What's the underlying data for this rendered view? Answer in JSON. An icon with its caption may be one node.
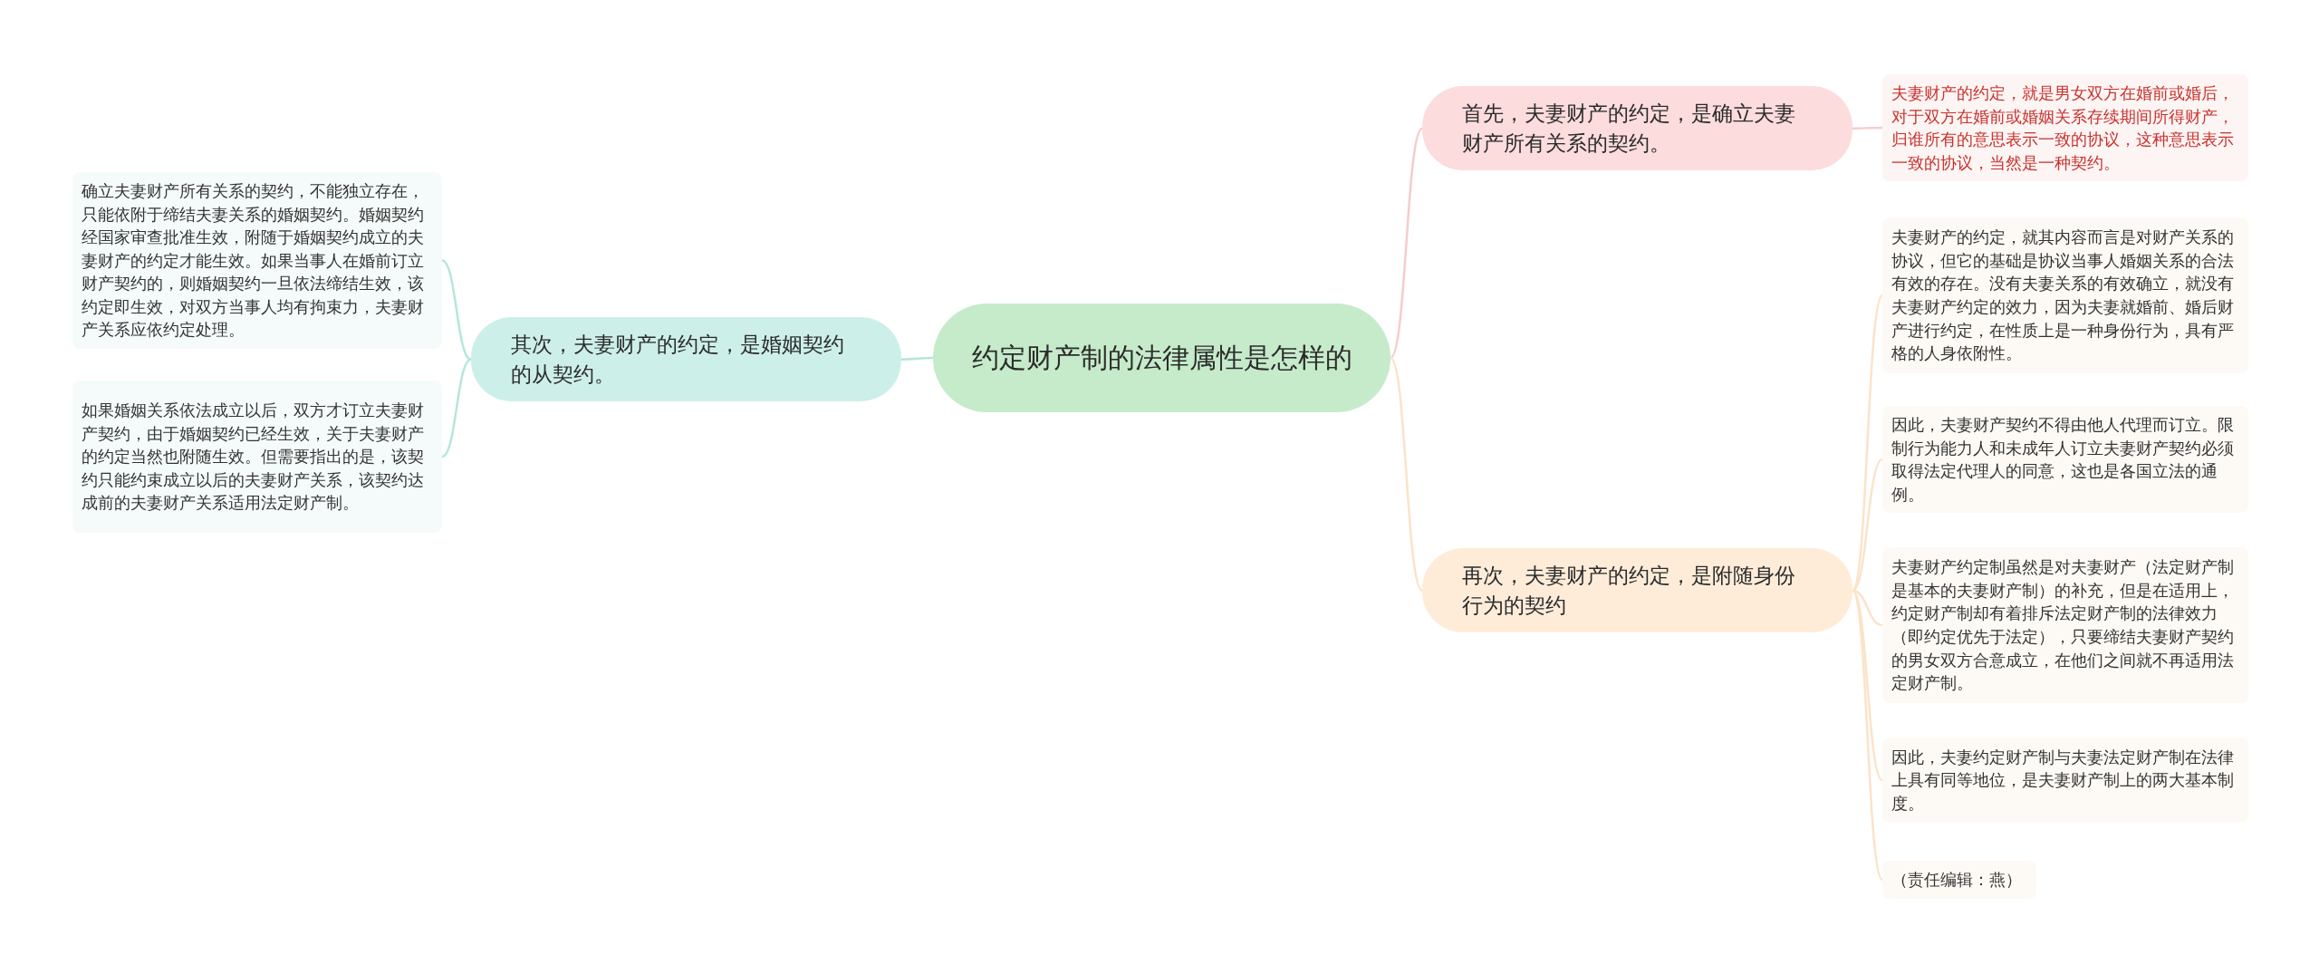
{
  "diagram": {
    "nodes": [
      {
        "text": [
          "约定财产制的法律属性是怎样的"
        ]
      },
      {
        "text": [
          "首先，夫妻财产的约定，是确立夫妻财产所有关系的契约。"
        ]
      },
      {
        "text": [
          "夫妻财产的约定，就是男女双方在婚前或婚后，对于双方在婚前或婚姻关系存续期间所得财产，归谁所有的意思表示一致的协议，这种意思表示一致的协议，当然是一种契约。"
        ]
      },
      {
        "text": [
          "其次，夫妻财产的约定，是婚姻契约的从契约。"
        ]
      },
      {
        "text": [
          "确立夫妻财产所有关系的契约，不能独立存在，只能依附于缔结夫妻关系的婚姻契约。婚姻契约经国家审查批准生效，附随于婚姻契约成立的夫妻财产的约定才能生效。如果当事人在婚前订立财产契约的，则婚姻契约一旦依法缔结生效，该约定即生效，对双方当事人均有拘束力，夫妻财产关系应依约定处理。"
        ]
      },
      {
        "text": [
          "如果婚姻关系依法成立以后，双方才订立夫妻财产契约，由于婚姻契约已经生效，关于夫妻财产的约定当然也附随生效。但需要指出的是，该契约只能约束成立以后的夫妻财产关系，该契约达成前的夫妻财产关系适用法定财产制。"
        ]
      },
      {
        "text": [
          "再次，夫妻财产的约定，是附随身份行为的契约"
        ]
      },
      {
        "text": [
          "夫妻财产的约定，就其内容而言是对财产关系的协议，但它的基础是协议当事人婚姻关系的合法有效的存在。没有夫妻关系的有效确立，就没有夫妻财产约定的效力，因为夫妻就婚前、婚后财产进行约定，在性质上是一种身份行为，具有严格的人身依附性。"
        ]
      },
      {
        "text": [
          "因此，夫妻财产契约不得由他人代理而订立。限制行为能力人和未成年人订立夫妻财产契约必须取得法定代理人的同意，这也是各国立法的通例。"
        ]
      },
      {
        "text": [
          "夫妻财产约定制虽然是对夫妻财产（法定财产制是基本的夫妻财产制）的补充，但是在适用上，约定财产制却有着排斥法定财产制的法律效力（即约定优先于法定），只要缔结夫妻财产契约的男女双方合意成立，在他们之间就不再适用法定财产制。"
        ]
      },
      {
        "text": [
          "因此，夫妻约定财产制与夫妻法定财产制在法律上具有同等地位，是夫妻财产制上的两大基本制度。"
        ]
      },
      {
        "text": [
          "（责任编辑：燕）"
        ]
      }
    ],
    "edges": [
      {
        "from": 0,
        "to": 1,
        "arrow": "none",
        "color": "#f6cccc"
      },
      {
        "from": 1,
        "to": 2,
        "arrow": "none",
        "color": "#f6cccc"
      },
      {
        "from": 0,
        "to": 3,
        "arrow": "none",
        "color": "#b5e6dc"
      },
      {
        "from": 3,
        "to": 4,
        "arrow": "none",
        "color": "#b5e6dc"
      },
      {
        "from": 3,
        "to": 5,
        "arrow": "none",
        "color": "#b5e6dc"
      },
      {
        "from": 0,
        "to": 6,
        "arrow": "none"
      },
      {
        "from": 6,
        "to": 7,
        "arrow": "none"
      },
      {
        "from": 6,
        "to": 8,
        "arrow": "none"
      },
      {
        "from": 6,
        "to": 9,
        "arrow": "none"
      },
      {
        "from": 6,
        "to": 10,
        "arrow": "none"
      },
      {
        "from": 6,
        "to": 11,
        "arrow": "none"
      }
    ]
  }
}
